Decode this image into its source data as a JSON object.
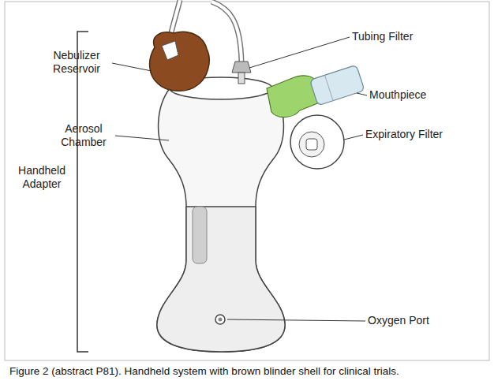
{
  "diagram": {
    "caption": "Figure 2 (abstract P81). Handheld system with brown blinder shell for clinical trials.",
    "labels": [
      "Nebulizer Reservoir",
      "Aerosol Chamber",
      "Handheld Adapter",
      "Tubing Filter",
      "Mouthpiece",
      "Expiratory Filter",
      "Oxygen Port"
    ]
  }
}
